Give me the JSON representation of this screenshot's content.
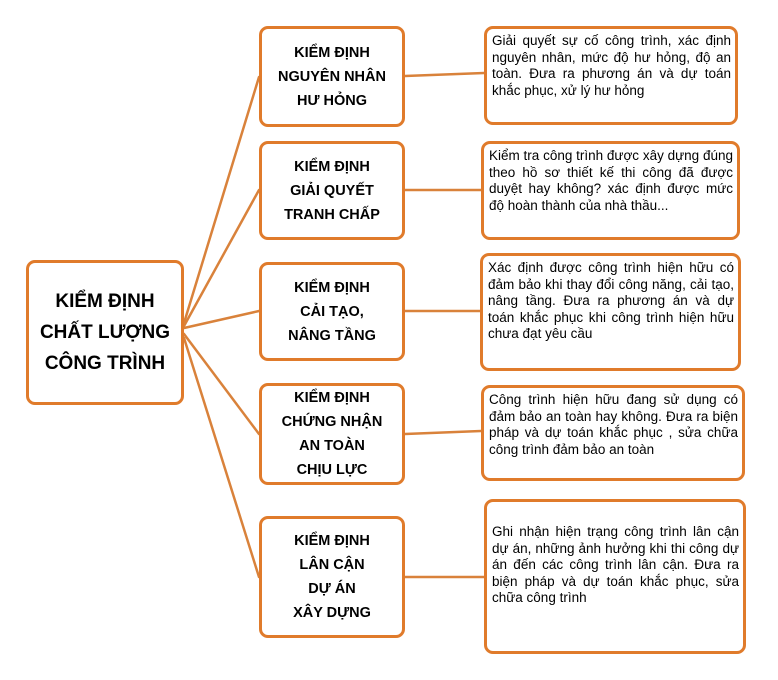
{
  "root": {
    "title": "KIỂM ĐỊNH CHẤT LƯỢNG CÔNG TRÌNH"
  },
  "colors": {
    "border": "#e07b2b",
    "connector": "#d9823b",
    "text": "#000000"
  },
  "categories": [
    {
      "title": "KIỂM ĐỊNH\nNGUYÊN NHÂN\nHƯ HỎNG",
      "description": "Giải quyết sự cố công trình, xác định nguyên nhân, mức độ hư hỏng, độ an toàn. Đưa ra phương án và dự toán khắc phục, xử lý hư hỏng"
    },
    {
      "title": "KIỂM ĐỊNH\nGIẢI QUYẾT\nTRANH CHẤP",
      "description": "Kiểm tra công trình được xây dựng đúng theo hồ sơ thiết kế thi công đã được duyệt hay không? xác định được mức độ hoàn thành của nhà thầu..."
    },
    {
      "title": "KIỂM ĐỊNH\nCẢI TẠO,\nNÂNG TẦNG",
      "description": "Xác định được công trình hiện hữu có đảm bảo khi thay đổi công năng, cải tạo, nâng tầng. Đưa ra phương án và dự toán khắc phục khi công trình hiện hữu chưa đạt yêu cầu"
    },
    {
      "title": "KIỂM ĐỊNH\nCHỨNG NHẬN\nAN TOÀN\nCHỊU LỰC",
      "description": "Công trình hiện hữu đang sử dụng có đảm bảo an toàn hay không. Đưa ra biện pháp và dự toán khắc phục , sửa chữa công trình đảm bảo an toàn"
    },
    {
      "title": "KIỂM ĐỊNH\nLÂN CẬN\nDỰ ÁN\nXÂY DỰNG",
      "description": "Ghi nhận hiện trạng công trình lân cận dự án, những ảnh hưởng khi thi công dự án đến các công trình lân cận. Đưa ra biện pháp và dự toán khắc phục, sửa chữa công trình"
    }
  ]
}
